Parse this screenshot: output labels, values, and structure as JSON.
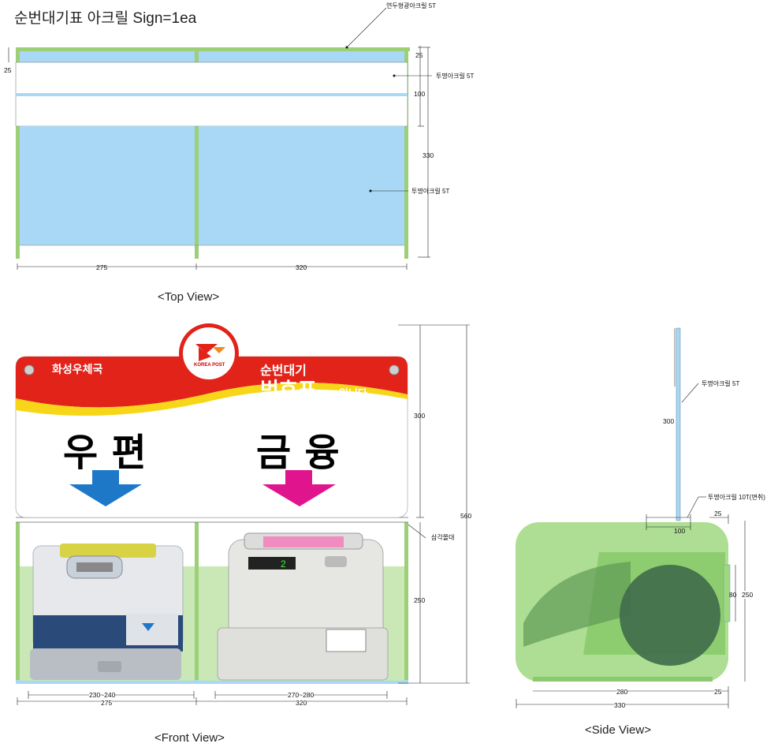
{
  "title": "순번대기표 아크릴 Sign=1ea",
  "top_view": {
    "caption": "<Top View>",
    "callouts": {
      "frame": "연두형광아크릴 5T",
      "clear_top": "투명아크릴 5T",
      "clear_mid": "투명아크릴 5T"
    },
    "dims": {
      "d25_top": "25",
      "d25_left": "25",
      "d100": "100",
      "d330": "330",
      "d275": "275",
      "d320": "320"
    }
  },
  "front_view": {
    "caption": "<Front View>",
    "sign": {
      "office": "화성우체국",
      "logo_text": "KOREA POST",
      "headline_small": "순번대기",
      "headline_big": "번호표",
      "headline_suffix": "입니다",
      "left_section": "우 편",
      "right_section": "금 융"
    },
    "callouts": {
      "triangle_bar": "삼각쫄대"
    },
    "dims": {
      "d300": "300",
      "d560": "560",
      "d250": "250",
      "d230_240": "230~240",
      "d275": "275",
      "d270_280": "270~280",
      "d320": "320"
    }
  },
  "side_view": {
    "caption": "<Side View>",
    "callouts": {
      "clear_5t": "투명아크릴 5T",
      "clear_10t": "투명아크릴 10T(면취)"
    },
    "dims": {
      "d300": "300",
      "d100": "100",
      "d25_top": "25",
      "d80": "80",
      "d250": "250",
      "d280": "280",
      "d25_bottom": "25",
      "d330": "330"
    }
  },
  "colors": {
    "green_frame": "#9ccf78",
    "clear_blue": "#a8d8f5",
    "red_band": "#e2231a",
    "blue_arrow": "#1e78c8",
    "pink_arrow": "#e0148c"
  }
}
